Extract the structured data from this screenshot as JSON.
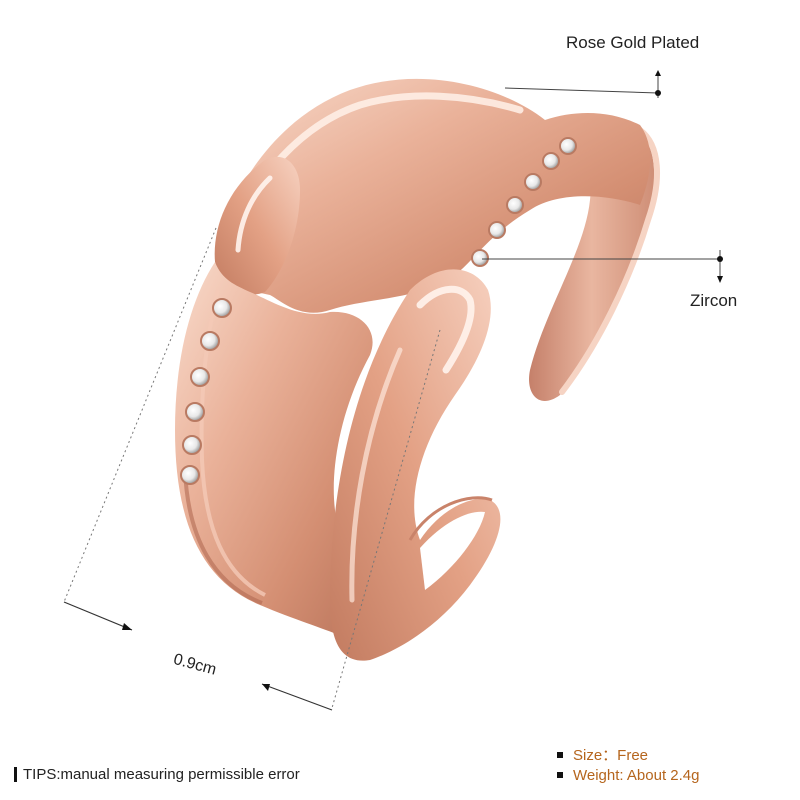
{
  "callouts": {
    "material": "Rose Gold Plated",
    "stone": "Zircon",
    "width": "0.9cm"
  },
  "specs": {
    "size": "Size：Free",
    "weight": "Weight: About 2.4g"
  },
  "tips": "TIPS:manual measuring permissible error",
  "colors": {
    "rose_gold_light": "#f6cdbb",
    "rose_gold_mid": "#e2a489",
    "rose_gold_dark": "#b8735a",
    "spec_text": "#b5651d"
  }
}
